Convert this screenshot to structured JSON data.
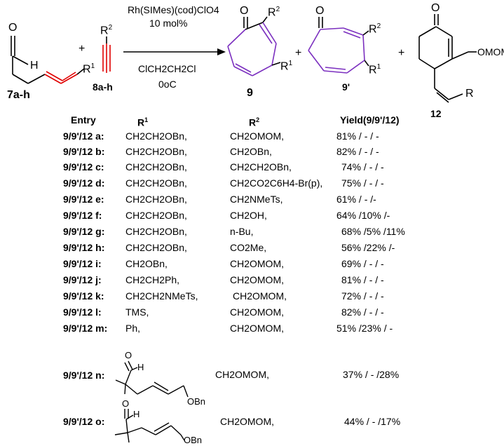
{
  "scheme": {
    "reactant1_label": "7a-h",
    "reactant2_label": "8a-h",
    "plus": "+",
    "r1_prefix": "R",
    "r1_sup": "1",
    "r2_prefix": "R",
    "r2_sup": "2",
    "h_label": "H",
    "o_label": "O",
    "conditions_catalyst": "Rh(SIMes)(cod)ClO4",
    "conditions_loading": "10 mol%",
    "conditions_solvent": "ClCH2CH2Cl",
    "conditions_temp": "0oC",
    "product1_label": "9",
    "product2_label": "9'",
    "product3_label": "12",
    "omom_label": "OMOM",
    "r_label": "R",
    "obn_label": "OBn"
  },
  "table": {
    "headers": {
      "entry": "Entry",
      "r1": "R1",
      "r2": "R2",
      "yield": "Yield(9/9'/12)"
    },
    "rows": [
      {
        "entry": "9/9'/12 a:",
        "r1": "CH2CH2OBn,",
        "r2": "CH2OMOM,",
        "yield": "81% /   -    / -"
      },
      {
        "entry": "9/9'/12 b:",
        "r1": "CH2CH2OBn,",
        "r2": "CH2OBn,",
        "yield": "82% /   -    / -"
      },
      {
        "entry": "9/9'/12 c:",
        "r1": "CH2CH2OBn,",
        "r2": "CH2CH2OBn,",
        "yield": "74% /   -    / -"
      },
      {
        "entry": "9/9'/12 d:",
        "r1": "CH2CH2OBn,",
        "r2": "CH2CO2C6H4-Br(p),",
        "yield": "75% /   -    / -"
      },
      {
        "entry": "9/9'/12 e:",
        "r1": "CH2CH2OBn,",
        "r2": "CH2NMeTs,",
        "yield": "61% /   -   /-"
      },
      {
        "entry": "9/9'/12 f:",
        "r1": "CH2CH2OBn,",
        "r2": "CH2OH,",
        "yield": "64% /10% /-"
      },
      {
        "entry": "9/9'/12 g:",
        "r1": "CH2CH2OBn,",
        "r2": "n-Bu,",
        "yield": "68% /5% /11%"
      },
      {
        "entry": "9/9'/12 h:",
        "r1": "CH2CH2OBn,",
        "r2": "CO2Me,",
        "yield": "56% /22% /-"
      },
      {
        "entry": "9/9'/12 i:",
        "r1": "CH2OBn,",
        "r2": "CH2OMOM,",
        "yield": "69% /   -   / -"
      },
      {
        "entry": "9/9'/12 j:",
        "r1": "CH2CH2Ph,",
        "r2": "CH2OMOM,",
        "yield": "81% /   -    / -"
      },
      {
        "entry": "9/9'/12 k:",
        "r1": "CH2CH2NMeTs,",
        "r2": "CH2OMOM,",
        "yield": "72% /   -   / -"
      },
      {
        "entry": "9/9'/12 l:",
        "r1": "TMS,",
        "r2": "CH2OMOM,",
        "yield": "82% /   -   / -"
      },
      {
        "entry": "9/9'/12 m:",
        "r1": "Ph,",
        "r2": "CH2OMOM,",
        "yield": "51% /23% / -"
      }
    ],
    "extra_rows": [
      {
        "entry": "9/9'/12 n:",
        "r2": "CH2OMOM,",
        "yield": "37% /  -   /28%"
      },
      {
        "entry": "9/9'/12 o:",
        "r2": "CH2OMOM,",
        "yield": "44% /  -   /17%"
      }
    ]
  }
}
